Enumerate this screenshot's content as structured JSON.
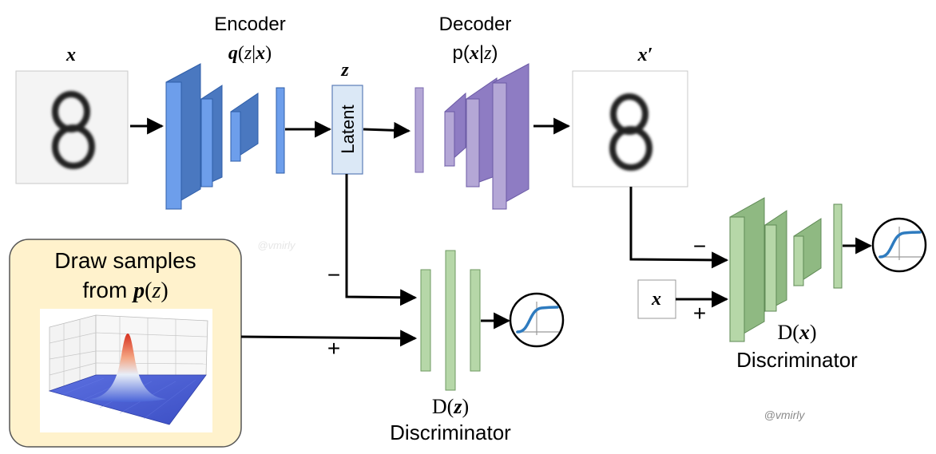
{
  "encoder": {
    "title": "Encoder",
    "formula_q": "q",
    "formula_rest_1": "(",
    "formula_z": "z",
    "formula_bar": "|",
    "formula_x": "x",
    "formula_close": ")"
  },
  "decoder": {
    "title": "Decoder",
    "formula_p": "p(",
    "formula_x": "x",
    "formula_bar": "|",
    "formula_z": "z",
    "formula_close": ")"
  },
  "input_image": {
    "label": "x",
    "digit": "8"
  },
  "output_image": {
    "label": "x′",
    "digit": "8"
  },
  "latent": {
    "top_label": "z",
    "box_text": "Latent"
  },
  "prior_box": {
    "line1": "Draw samples",
    "line2_prefix": "from ",
    "line2_p": "p",
    "line2_open": "(",
    "line2_z": "z",
    "line2_close": ")"
  },
  "discriminator_z": {
    "formula_D": "D(",
    "formula_z": "z",
    "formula_close": ")",
    "title": "Discriminator",
    "minus": "−",
    "plus": "+"
  },
  "discriminator_x": {
    "formula_D": "D(",
    "formula_x": "x",
    "formula_close": ")",
    "title": "Discriminator",
    "minus": "−",
    "plus": "+",
    "real_input": "x"
  },
  "watermarks": {
    "faint": "@vmirly",
    "visible": "@vmirly"
  },
  "colors": {
    "encoder_front": "#6d9eeb",
    "encoder_side": "#4a78c0",
    "encoder_top": "#8fb5f0",
    "decoder_front": "#b4a7d6",
    "decoder_side": "#8e7cc3",
    "decoder_top": "#cfc4ea",
    "disc_front": "#b6d7a8",
    "disc_side": "#8fb982",
    "disc_top": "#d0e8c6",
    "latent_fill": "#dbe8f6",
    "prior_fill": "#fff2cc",
    "sigmoid": "#2e7bbf"
  }
}
